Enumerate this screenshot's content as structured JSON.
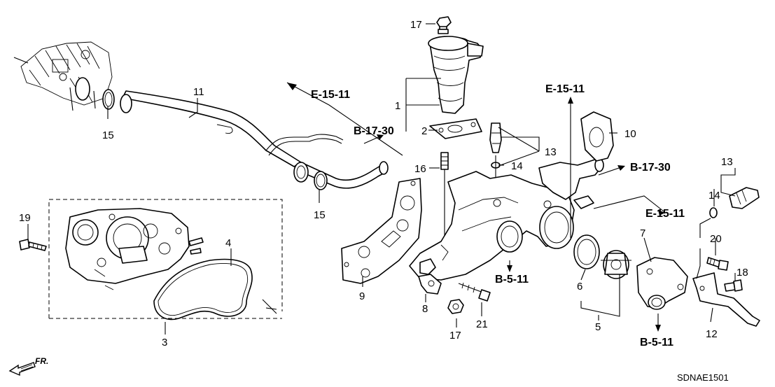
{
  "callouts": {
    "c1": "1",
    "c2": "2",
    "c3": "3",
    "c4": "4",
    "c5": "5",
    "c6": "6",
    "c7": "7",
    "c8": "8",
    "c9": "9",
    "c10": "10",
    "c11": "11",
    "c12": "12",
    "c13a": "13",
    "c13b": "13",
    "c14a": "14",
    "c14b": "14",
    "c15a": "15",
    "c15b": "15",
    "c16": "16",
    "c17a": "17",
    "c17b": "17",
    "c18": "18",
    "c19": "19",
    "c20": "20",
    "c21": "21"
  },
  "references": {
    "e1511_top": "E-15-11",
    "e1511_left": "E-15-11",
    "e1511_right": "E-15-11",
    "b1730_left": "B-17-30",
    "b1730_right": "B-17-30",
    "b511_center": "B-5-11",
    "b511_right": "B-5-11"
  },
  "front_marker": "FR.",
  "diagram_code": "SDNAE1501"
}
